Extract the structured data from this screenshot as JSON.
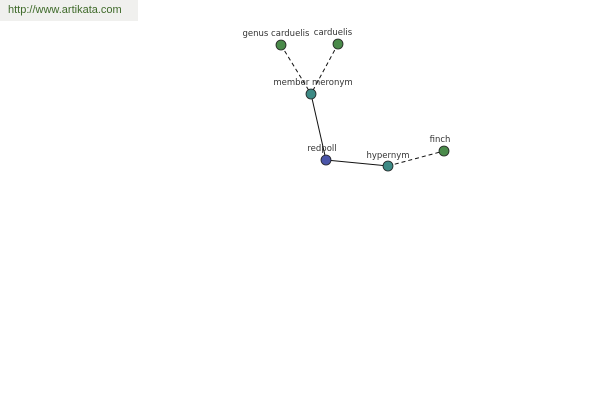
{
  "banner": {
    "url": "http://www.artikata.com"
  },
  "graph": {
    "nodes": [
      {
        "id": "genus-carduelis",
        "label": "genus carduelis",
        "color": "#4a8a4a"
      },
      {
        "id": "carduelis",
        "label": "carduelis",
        "color": "#4a8a4a"
      },
      {
        "id": "member-meronym",
        "label": "member meronym",
        "color": "#3d8a85"
      },
      {
        "id": "redpoll",
        "label": "redpoll",
        "color": "#4a55a8"
      },
      {
        "id": "hypernym",
        "label": "hypernym",
        "color": "#3d8a85"
      },
      {
        "id": "finch",
        "label": "finch",
        "color": "#4a8a4a"
      }
    ],
    "edges": [
      {
        "from": "genus-carduelis",
        "to": "member-meronym",
        "style": "dashed"
      },
      {
        "from": "carduelis",
        "to": "member-meronym",
        "style": "dashed"
      },
      {
        "from": "member-meronym",
        "to": "redpoll",
        "style": "solid"
      },
      {
        "from": "redpoll",
        "to": "hypernym",
        "style": "solid"
      },
      {
        "from": "hypernym",
        "to": "finch",
        "style": "dashed"
      }
    ]
  }
}
